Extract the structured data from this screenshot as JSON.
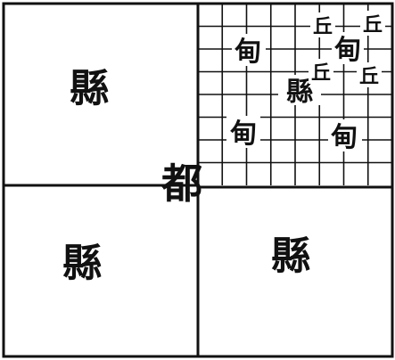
{
  "diagram": {
    "labels": {
      "county_top_left": "縣",
      "county_bottom_left": "縣",
      "county_bottom_right": "縣",
      "capital": "都",
      "county_center_grid": "縣",
      "dian_1": "甸",
      "dian_2": "甸",
      "dian_3": "甸",
      "dian_4": "甸",
      "qiu_1": "丘",
      "qiu_2": "丘",
      "qiu_3": "丘",
      "qiu_4": "丘"
    },
    "colors": {
      "ink": "#111111",
      "paper": "#ffffff"
    }
  }
}
